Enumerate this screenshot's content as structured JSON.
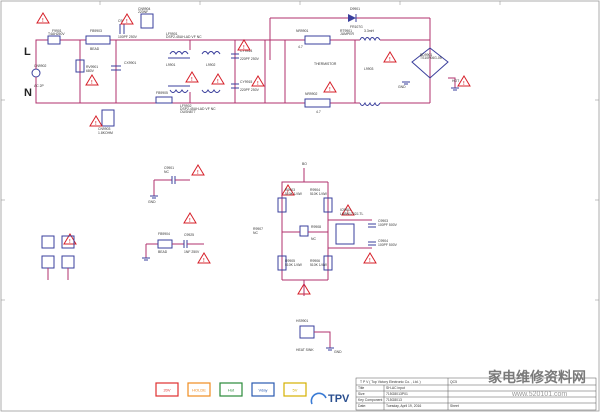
{
  "inputs": {
    "line": "L",
    "neutral": "N",
    "connector": "CN9902",
    "connector_value": "AC 2P"
  },
  "labels": {
    "fuse": "F9901",
    "fuse_value": "T4AH250V",
    "bead_ref": "FB9903",
    "bead": "BEAD",
    "cap_top": "CN9904",
    "cap_top_val": "220NF",
    "c9921": "C9921",
    "c9921_val": "100PF 250V",
    "varistor": "RV9901",
    "varistor_val": "680V",
    "xcap": "CX9901",
    "lf1": "LF9901",
    "lf1_spec": "DSP2-45UH-AD VF NC",
    "l_1": "L9901",
    "cy1": "CY9914",
    "cy1_val": "220PF 250V",
    "cy2": "CY9915",
    "cy2_val": "220PF 250V",
    "lf2": "LF9902",
    "lf2_spec": "DSP2-45UH-AD VF NC",
    "l_2": "L9902",
    "fb2": "FB9905",
    "choke": "CN9903",
    "choke_val": "1.8KOHM",
    "bottom_note": "DSP2-45UH-AD VF NC",
    "bottom_note2": "OUSN877",
    "d9901": "D9901",
    "d9901_val": "FR107G",
    "rt": "RT9901",
    "jumper": "JUMPER",
    "thermistor": "THERMISTOR",
    "r_top": "4.7",
    "r_bot": "4.7",
    "nr1": "NR9901",
    "nr2": "NR9902",
    "l9903": "L9903",
    "l_spec": "3.3mH",
    "bridge": "BD9901",
    "bridge_val": "TS10P06G-05",
    "gnd": "GND",
    "gnd2": "GND",
    "gnd3": "GND",
    "hot": "HOT",
    "c9901": "C9901",
    "c9901_nc": "NC",
    "fb9904": "FB9904",
    "fb9904_bead": "BEAD",
    "c9925": "C9925",
    "c9925_val": "1NF 250V",
    "ic": "IC9901",
    "ic_val": "LM5N1702J-TL",
    "r_ref1": "R9903",
    "r_ref2": "R9904",
    "r_ref3": "R9905",
    "r_ref4": "R9906",
    "r_val1": "510K 1/4W",
    "r_val2": "510K 1/4W",
    "r_val3": "510K 1/4W",
    "r_val4": "510K 1/4W",
    "c9903": "C9903",
    "c9903_val": "100PF 500V",
    "c9904": "C9904",
    "c9904_val": "100PF 500V",
    "r9907": "R9907",
    "r9907_nc": "NC",
    "r9908": "R9908",
    "r9908_nc": "NC",
    "hs": "HS9901",
    "heatsink": "HEAT SINK",
    "bo": "BO"
  },
  "legend": [
    "20V",
    "HOLDE",
    "Hot",
    "Vday",
    "5V"
  ],
  "legend_colors": [
    "#e03030",
    "#f08c20",
    "#2a8a3a",
    "#2a5ab0",
    "#d4b000"
  ],
  "title_block": {
    "company": "T P V ( Top Victory Electronic Co. , Ltd. )",
    "page": "Page",
    "part_no": "715G8013",
    "sheet_name": "SH-AC input",
    "date": "Tuesday, April 19, 2016",
    "sheet_label": "Sheet",
    "of": "of",
    "size_label": "Size",
    "doc_label": "Document Number",
    "rev_label": "Rev",
    "date_label": "Date:",
    "doc_no": "715G8013P01",
    "model": "Key Component",
    "brand": "TPV",
    "code_id": "QC5",
    "title_label": "Title"
  },
  "watermark": {
    "text": "家电维修资料网",
    "url": "www.520101.com"
  }
}
